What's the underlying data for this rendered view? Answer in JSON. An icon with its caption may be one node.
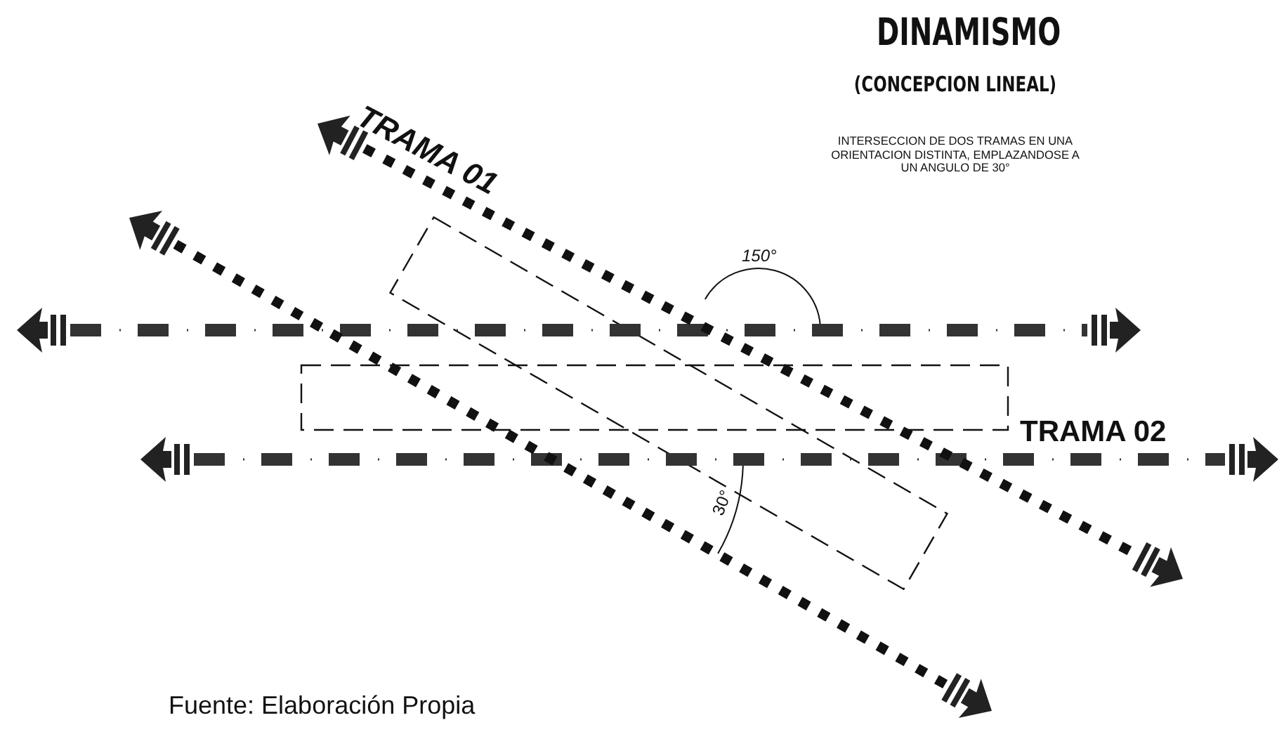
{
  "diagram": {
    "title": "DINAMISMO",
    "caption": "Fuente: Elaboración Propia",
    "nodes": [
      {
        "text": [],
        "shape": "box"
      },
      {
        "text": [],
        "shape": "box"
      }
    ],
    "labels": [
      "(CONCEPCION LINEAL)",
      "INTERSECCION DE DOS TRAMAS EN UNA ORIENTACION DISTINTA, EMPLAZANDOSE A UN ANGULO DE 30°",
      "TRAMA 01",
      "150°",
      "TRAMA 02",
      "30°"
    ]
  }
}
